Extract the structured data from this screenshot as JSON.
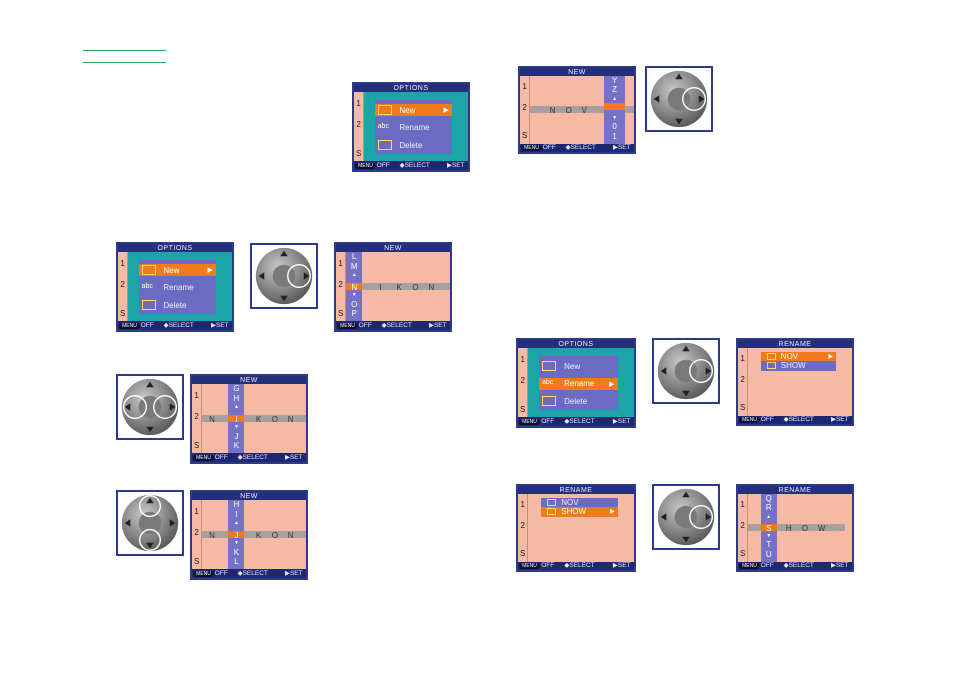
{
  "menu": {
    "title": "OPTIONS",
    "items": [
      "New",
      "Rename",
      "Delete"
    ],
    "abc_glyph": "abc"
  },
  "sidebar_tabs": [
    "1",
    "2",
    "S"
  ],
  "footer": {
    "menu": "MENU",
    "off": "OFF",
    "select": "◆SELECT",
    "set": "▶SET"
  },
  "new_title": "NEW",
  "rename_title": "RENAME",
  "names": {
    "nikon": [
      "N",
      "I",
      "K",
      "O",
      "N"
    ],
    "nov": [
      "N",
      "O",
      "V"
    ],
    "show": [
      "S",
      "H",
      "O",
      "W"
    ],
    "folders": [
      "NOV",
      "SHOW"
    ]
  },
  "columns": {
    "a": [
      "L",
      "M",
      "▲",
      "N",
      "▼",
      "O",
      "P"
    ],
    "b": [
      "G",
      "H",
      "▲",
      "I",
      "▼",
      "J",
      "K"
    ],
    "c": [
      "H",
      "I",
      "▲",
      "J",
      "▼",
      "K",
      "L"
    ],
    "d": [
      "Y",
      "Z",
      "▲",
      "",
      "▼",
      "0",
      "1"
    ],
    "e": [
      "Q",
      "R",
      "▲",
      "S",
      "▼",
      "T",
      "U"
    ]
  },
  "colors": {
    "teal": "#1aa5a8",
    "salmon": "#f6b9a4",
    "orange": "#f07a1c",
    "navy": "#2d3a8c",
    "purple": "#6a6cc4"
  }
}
